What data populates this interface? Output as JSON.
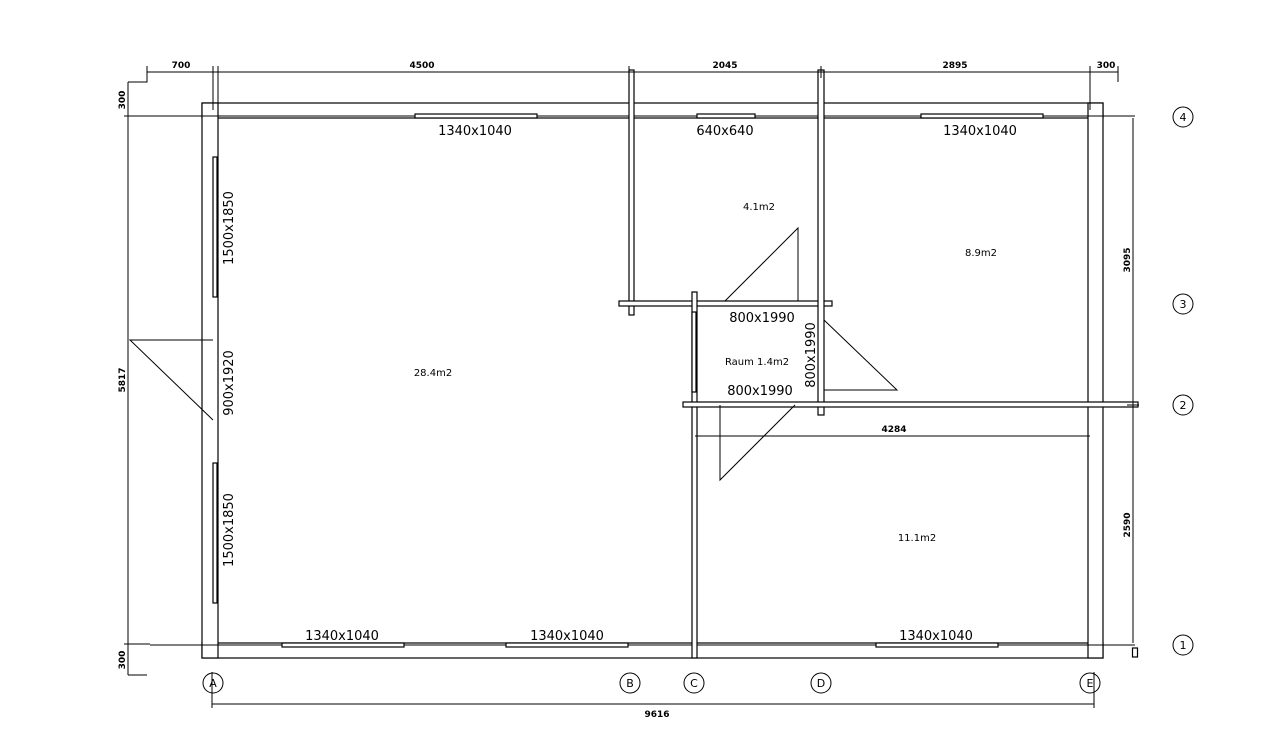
{
  "dimensions": {
    "top": [
      "700",
      "4500",
      "2045",
      "2895",
      "300"
    ],
    "left": [
      "300",
      "5817",
      "300"
    ],
    "right": [
      "3095",
      "2590"
    ],
    "bottom": "9616",
    "inner": "4284"
  },
  "axes": {
    "columns": [
      "A",
      "B",
      "C",
      "D",
      "E"
    ],
    "rows": [
      "4",
      "3",
      "2",
      "1"
    ]
  },
  "windows": {
    "top": [
      "1340x1040",
      "640x640",
      "1340x1040"
    ],
    "bottom": [
      "1340x1040",
      "1340x1040",
      "1340x1040"
    ],
    "left": [
      "1500x1850",
      "900x1920",
      "1500x1850"
    ]
  },
  "doors": [
    "800x1990",
    "800x1990",
    "800x1990"
  ],
  "rooms": {
    "main": "28.4m2",
    "small_top": "4.1m2",
    "right_top": "8.9m2",
    "raum": "Raum 1.4m2",
    "right_bottom": "11.1m2"
  }
}
